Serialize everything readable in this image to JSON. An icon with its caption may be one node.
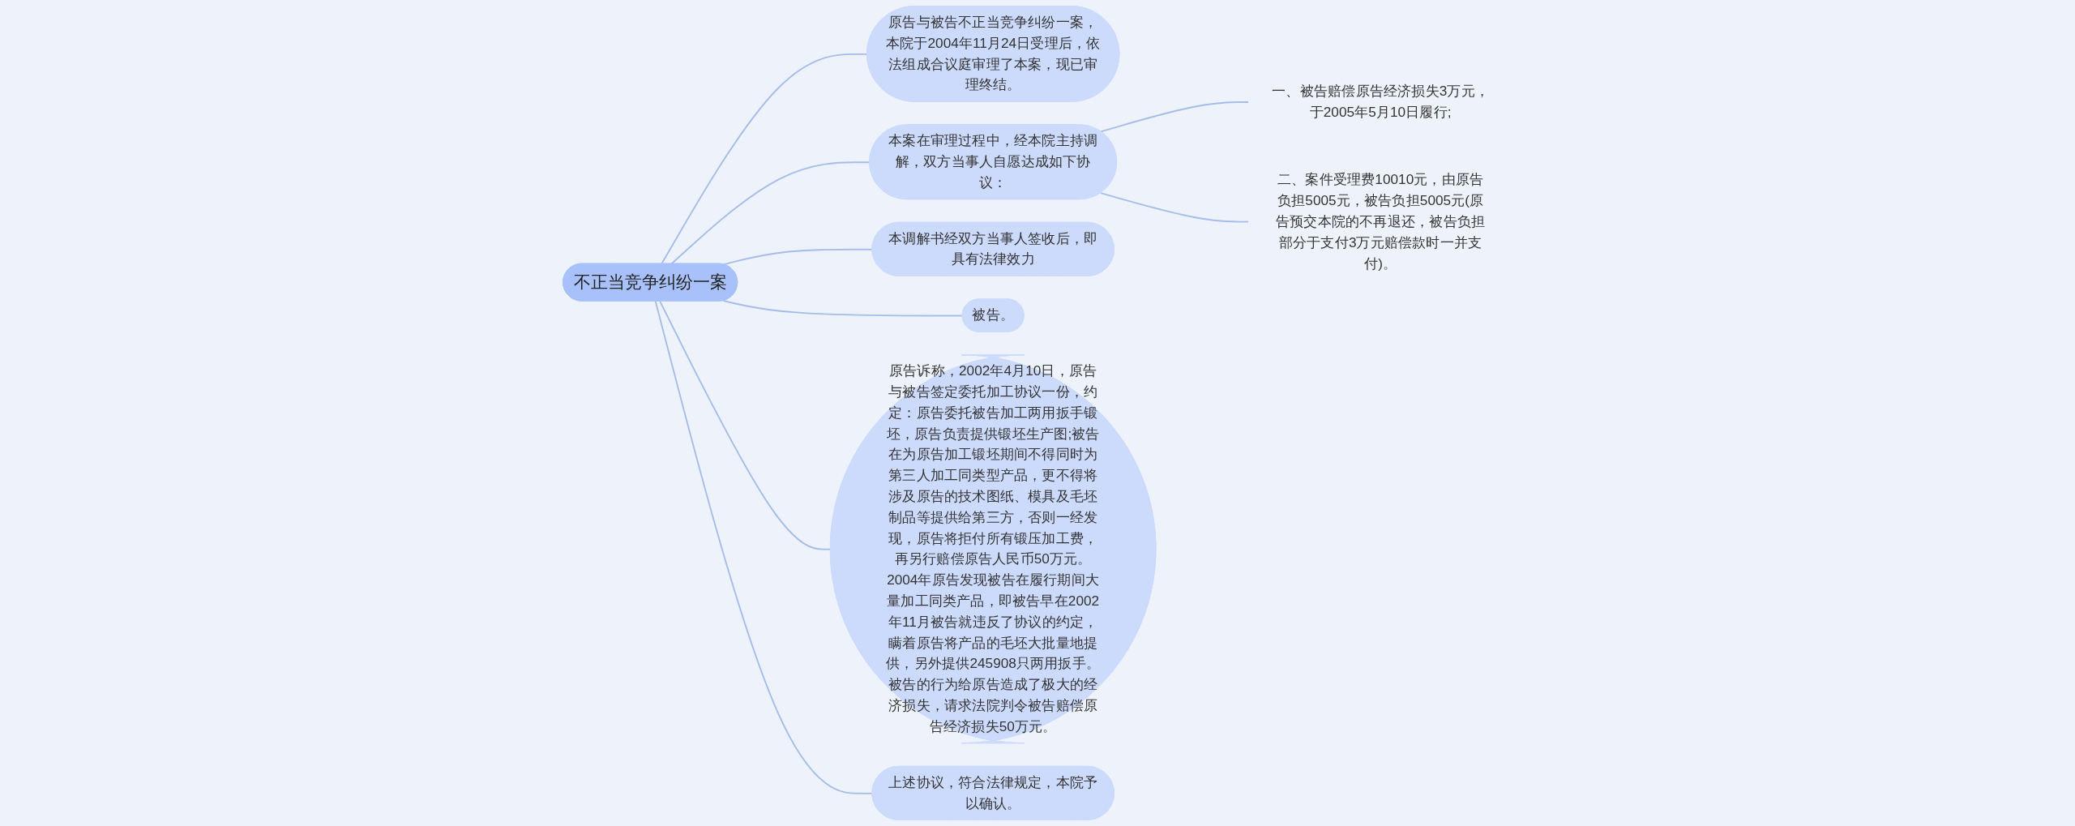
{
  "diagram": {
    "nodes": [
      {
        "text": [
          "不正当竞争纠纷一案"
        ]
      },
      {
        "text": [
          "原告与被告不正当竞争纠纷一案，本院于2004年11月24日受理后，依法组成合议庭审理了本案，现已审理终结。"
        ]
      },
      {
        "text": [
          "本案在审理过程中，经本院主持调解，双方当事人自愿达成如下协议："
        ]
      },
      {
        "text": [
          "一、被告赔偿原告经济损失3万元，于2005年5月10日履行;"
        ]
      },
      {
        "text": [
          "二、案件受理费10010元，由原告负担5005元，被告负担5005元(原告预交本院的不再退还，被告负担部分于支付3万元赔偿款时一并支付)。"
        ]
      },
      {
        "text": [
          "本调解书经双方当事人签收后，即具有法律效力"
        ]
      },
      {
        "text": [
          "被告。"
        ]
      },
      {
        "text": [
          "原告诉称，2002年4月10日，原告与被告签定委托加工协议一份，约定：原告委托被告加工两用扳手锻坯，原告负责提供锻坯生产图;被告在为原告加工锻坯期间不得同时为第三人加工同类型产品，更不得将涉及原告的技术图纸、模具及毛坯制品等提供给第三方，否则一经发现，原告将拒付所有锻压加工费，再另行赔偿原告人民币50万元。2004年原告发现被告在履行期间大量加工同类产品，即被告早在2002年11月被告就违反了协议的约定，瞒着原告将产品的毛坯大批量地提供，另外提供245908只两用扳手。被告的行为给原告造成了极大的经济损失，请求法院判令被告赔偿原告经济损失50万元。"
        ]
      },
      {
        "text": [
          "上述协议，符合法律规定，本院予以确认。"
        ]
      }
    ],
    "edges": [
      {
        "from": 0,
        "to": 1,
        "arrow": "none"
      },
      {
        "from": 0,
        "to": 2,
        "arrow": "none"
      },
      {
        "from": 2,
        "to": 3,
        "arrow": "none"
      },
      {
        "from": 2,
        "to": 4,
        "arrow": "none"
      },
      {
        "from": 0,
        "to": 5,
        "arrow": "none"
      },
      {
        "from": 0,
        "to": 6,
        "arrow": "none"
      },
      {
        "from": 0,
        "to": 7,
        "arrow": "none"
      },
      {
        "from": 0,
        "to": 8,
        "arrow": "none"
      }
    ]
  }
}
